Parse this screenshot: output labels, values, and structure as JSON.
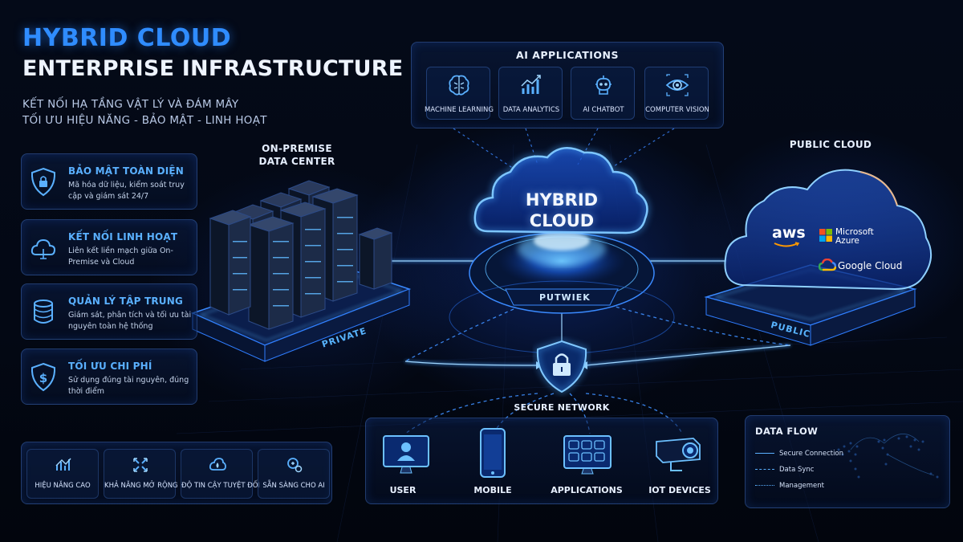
{
  "header": {
    "title": "HYBRID CLOUD",
    "subtitle": "ENTERPRISE INFRASTRUCTURE",
    "tagline_1": "KẾT NỐI HẠ TẦNG VẬT LÝ VÀ ĐÁM MÂY",
    "tagline_2": "TỐI ƯU HIỆU NĂNG - BẢO MẬT - LINH HOẠT"
  },
  "features": [
    {
      "icon": "shield-icon",
      "title": "BẢO MẬT TOÀN DIỆN",
      "desc": "Mã hóa dữ liệu, kiểm soát truy cập và giám sát 24/7"
    },
    {
      "icon": "cloud-icon",
      "title": "KẾT NỐI LINH HOẠT",
      "desc": "Liên kết liền mạch giữa On-Premise và Cloud"
    },
    {
      "icon": "database-icon",
      "title": "QUẢN LÝ TẬP TRUNG",
      "desc": "Giám sát, phân tích và tối ưu tài nguyên toàn hệ thống"
    },
    {
      "icon": "dollar-shield-icon",
      "title": "TỐI ƯU CHI PHÍ",
      "desc": "Sử dụng đúng tài nguyên, đúng thời điểm"
    }
  ],
  "benefits": [
    {
      "icon": "performance-icon",
      "label": "HIỆU NĂNG CAO"
    },
    {
      "icon": "scale-icon",
      "label": "KHẢ NĂNG MỞ RỘNG"
    },
    {
      "icon": "reliability-icon",
      "label": "ĐỘ TIN CẬY TUYỆT ĐỐI"
    },
    {
      "icon": "ai-ready-icon",
      "label": "SẴN SÀNG CHO AI"
    }
  ],
  "ai_apps": {
    "title": "AI APPLICATIONS",
    "items": [
      {
        "icon": "brain-icon",
        "label": "MACHINE LEARNING"
      },
      {
        "icon": "analytics-icon",
        "label": "DATA ANALYTICS"
      },
      {
        "icon": "chatbot-icon",
        "label": "AI CHATBOT"
      },
      {
        "icon": "eye-icon",
        "label": "COMPUTER VISION"
      }
    ]
  },
  "on_premise": {
    "label_1": "ON-PREMISE",
    "label_2": "DATA CENTER",
    "tag": "PRIVATE"
  },
  "hybrid": {
    "line_1": "HYBRID",
    "line_2": "CLOUD",
    "tag": "PUTWIEK"
  },
  "public_cloud": {
    "label": "PUBLIC CLOUD",
    "tag": "PUBLIC",
    "aws": "aws",
    "azure": "Microsoft Azure",
    "google": "Google Cloud"
  },
  "secure_network": {
    "label": "SECURE NETWORK"
  },
  "devices": [
    {
      "icon": "user-monitor-icon",
      "label": "USER"
    },
    {
      "icon": "mobile-icon",
      "label": "MOBILE"
    },
    {
      "icon": "applications-icon",
      "label": "APPLICATIONS"
    },
    {
      "icon": "iot-camera-icon",
      "label": "IOT DEVICES"
    }
  ],
  "data_flow": {
    "title": "DATA FLOW",
    "items": [
      "Secure Connection",
      "Data Sync",
      "Management"
    ]
  },
  "colors": {
    "accent": "#2f8cff",
    "glow": "#58b4ff",
    "background": "#03081a"
  }
}
